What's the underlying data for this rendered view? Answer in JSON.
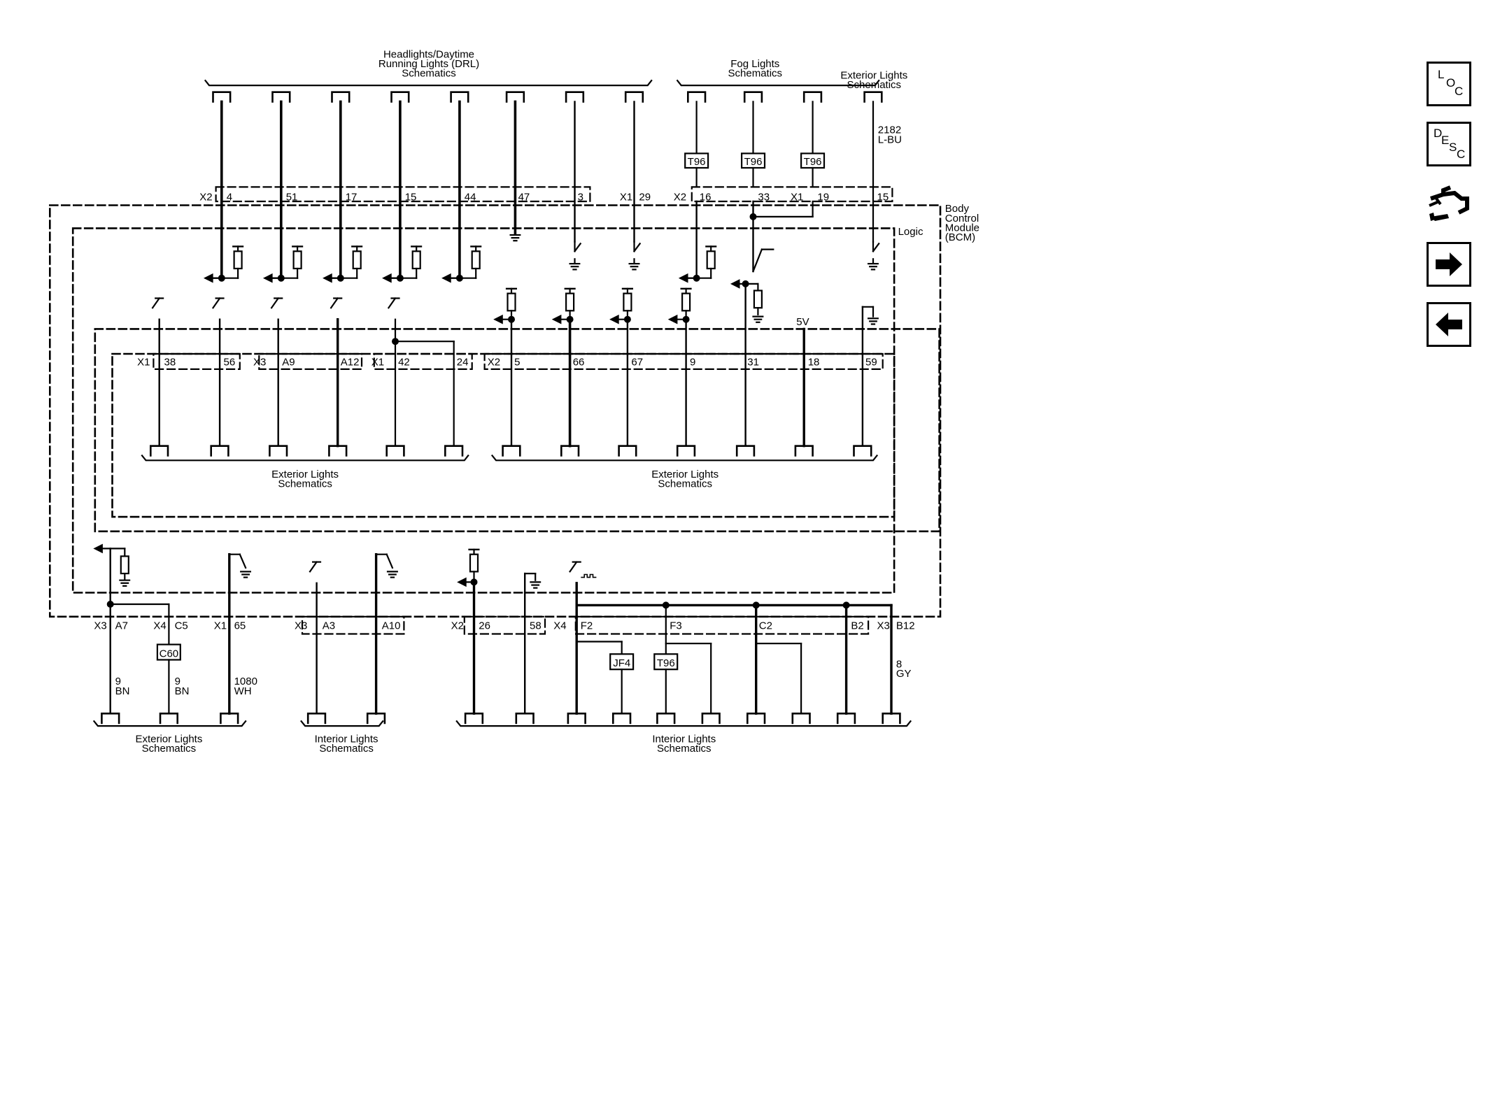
{
  "nav": {
    "loc": [
      "L",
      "O",
      "C"
    ],
    "desc": [
      "D",
      "E",
      "S",
      "C"
    ]
  },
  "groups": {
    "headlights": [
      "Headlights/Daytime",
      "Running Lights (DRL)",
      "Schematics"
    ],
    "fog": [
      "Fog Lights",
      "Schematics"
    ],
    "ext_top": [
      "Exterior Lights",
      "Schematics"
    ],
    "ext_mid_left": [
      "Exterior Lights",
      "Schematics"
    ],
    "ext_mid_right": [
      "Exterior Lights",
      "Schematics"
    ],
    "ext_bottom": [
      "Exterior Lights",
      "Schematics"
    ],
    "int_bottom_left": [
      "Interior Lights",
      "Schematics"
    ],
    "int_bottom_right": [
      "Interior Lights",
      "Schematics"
    ]
  },
  "module": {
    "name": [
      "Body",
      "Control",
      "Module",
      "(BCM)"
    ],
    "logic": "Logic"
  },
  "top_connectors": [
    "X2",
    "X1",
    "X2",
    "X1"
  ],
  "top_pins": [
    "4",
    "51",
    "17",
    "15",
    "44",
    "47",
    "3",
    "29",
    "16",
    "33",
    "19",
    "15"
  ],
  "mid_connectors": [
    "X1",
    "X3",
    "X1",
    "X2"
  ],
  "mid_pins": [
    "38",
    "56",
    "A9",
    "A12",
    "42",
    "24",
    "5",
    "66",
    "67",
    "9",
    "31",
    "18",
    "59"
  ],
  "supply": "5V",
  "bottom_connectors": [
    "X3",
    "X4",
    "X1",
    "X3",
    "X2",
    "X4",
    "X3"
  ],
  "bottom_pins": [
    "A7",
    "C5",
    "65",
    "A3",
    "A10",
    "26",
    "58",
    "F2",
    "F3",
    "C2",
    "B2",
    "B12"
  ],
  "splices": {
    "t96": "T96",
    "c60": "C60",
    "jf4": "JF4"
  },
  "wires": {
    "w2182": [
      "2182",
      "L-BU"
    ],
    "w9a": [
      "9",
      "BN"
    ],
    "w9b": [
      "9",
      "BN"
    ],
    "w1080": [
      "1080",
      "WH"
    ],
    "w8": [
      "8",
      "GY"
    ]
  }
}
